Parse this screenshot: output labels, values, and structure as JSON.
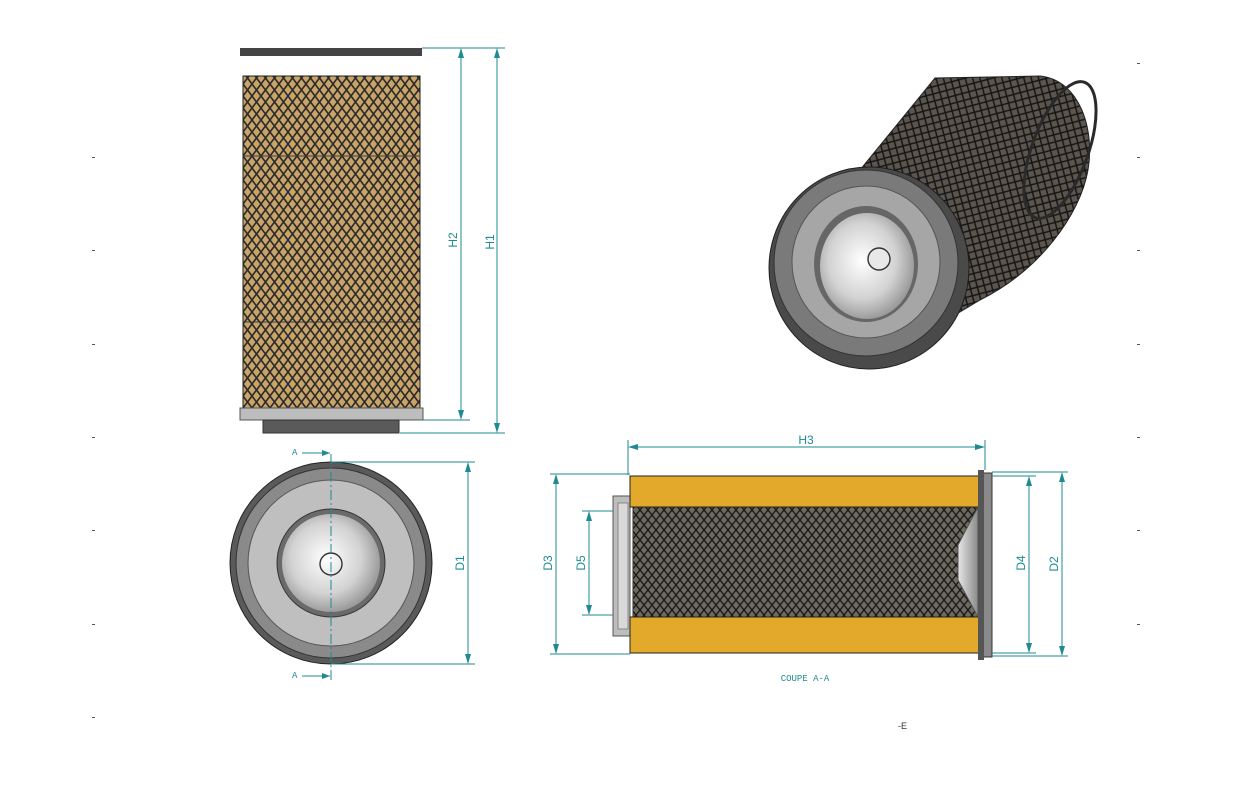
{
  "dimensions": {
    "h1": "H1",
    "h2": "H2",
    "h3": "H3",
    "d1": "D1",
    "d2": "D2",
    "d3": "D3",
    "d4": "D4",
    "d5": "D5"
  },
  "section": {
    "marker_top": "A",
    "marker_bottom": "A",
    "caption": "COUPE A-A"
  },
  "footer_mark": "-E",
  "colors": {
    "dimension": "#1f8a92",
    "filter_media": "#e2a92a",
    "mesh": "#2a2a2a",
    "media_paper": "#c9a468",
    "rubber": "#4a4a4a",
    "end_cap": "#b9b9b9"
  }
}
